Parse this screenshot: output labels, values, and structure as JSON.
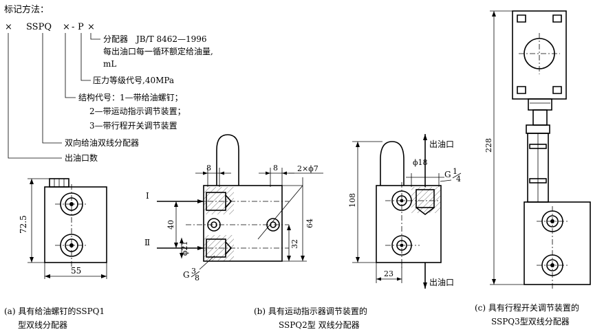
{
  "marking": {
    "title": "标记方法：",
    "code_x1": "×",
    "code_sspq": "SSPQ",
    "code_x2": "×",
    "code_dash": "-",
    "code_p": "P",
    "code_x3": "×",
    "line1a": "分配器　JB/T 8462—1996",
    "line1b": "每出油口每一循环额定给油量,",
    "line1c": "mL",
    "line2": "压力等级代号,40MPa",
    "line3a": "结构代号：1—带给油螺钉；",
    "line3b": "2—带运动指示调节装置；",
    "line3c": "3—带行程开关调节装置",
    "line4": "双向给油双线分配器",
    "line5": "出油口数"
  },
  "fig_a": {
    "dim_height": "72.5",
    "dim_width": "55",
    "caption1": "(a) 具有给油螺钉的SSPQ1",
    "caption2": "型双线分配器"
  },
  "fig_b": {
    "dim_8a": "8",
    "dim_8b": "8",
    "dim_holes": "2×ϕ7",
    "dim_40": "40",
    "dim_64": "64",
    "dim_32": "32",
    "dim_phi21": "ϕ21",
    "label_I": "Ⅰ",
    "label_II": "Ⅱ",
    "thread": "G3/8",
    "thread_main": "G",
    "thread_num": "3",
    "thread_den": "8",
    "caption1": "(b) 具有运动指示器调节装置的",
    "caption2": "SSPQ2型 双线分配器"
  },
  "fig_b2": {
    "outlet_top": "出油口",
    "outlet_bottom": "出油口",
    "dim_phi18": "ϕ18",
    "thread_main": "G",
    "thread_num": "1",
    "thread_den": "4",
    "dim_108": "108",
    "dim_23": "23"
  },
  "fig_c": {
    "dim_228": "228",
    "caption1": "(c) 具有行程开关调节装置的",
    "caption2": "SSPQ3型双线分配器"
  }
}
